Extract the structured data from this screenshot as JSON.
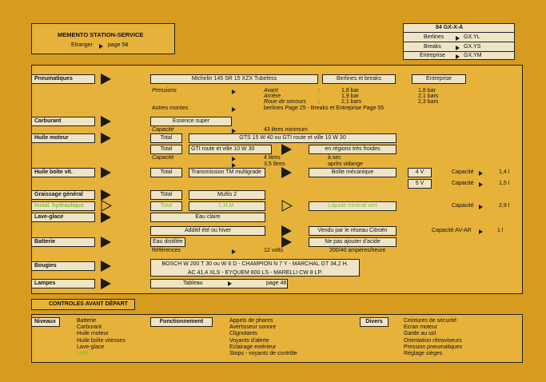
{
  "memento": {
    "title": "MEMENTO STATION-SERVICE",
    "etranger_label": "Etranger",
    "etranger_page": "page 58"
  },
  "model_box": {
    "title": "84 GX-X-A",
    "rows": [
      {
        "label": "Berlines",
        "value": "GX.YL"
      },
      {
        "label": "Breaks",
        "value": "GX.YS"
      },
      {
        "label": "Entreprise",
        "value": "GX.YM"
      }
    ]
  },
  "pneus": {
    "label": "Pneumatiques",
    "tyre": "Michelin 145 SR 15 XZX Tubeless",
    "berlines_breaks": "Berlines et breaks",
    "entreprise": "Entreprise",
    "pressions": "Pressions",
    "avant": "Avant",
    "arriere": "Arrière",
    "secours": "Roue de secours",
    "colon1": ":",
    "colon2": ":",
    "p_avant": "1,8 bar",
    "p_arriere": "1,9 bar",
    "p_secours": "2,1 bars",
    "e_avant": "1,8 bar",
    "e_arriere": "2,1 bars",
    "e_secours": "2,3 bars",
    "autres_montes": "Autres montes",
    "autres_ref": "berlines Page  25 - Breaks et Entreprise Page 55"
  },
  "carburant": {
    "label": "Carburant",
    "value": "Essence super",
    "capacite": "Capacité",
    "capacite_value": "43 litres minimum"
  },
  "huile_moteur": {
    "label": "Huile moteur",
    "total1": "Total",
    "oil1": "GTS 15 W 40    ou    GTI route et ville 10 W 30",
    "total2": "Total",
    "oil2": "GTI route et ville 10 W 30",
    "froid": "en régions très froides",
    "capacite": "Capacité",
    "cap1": "4   litres",
    "cap2": "3,5 litres",
    "sec": "à sec",
    "vidange": "après vidange"
  },
  "boite": {
    "label": "Huile boîte vit.",
    "total": "Total",
    "oil": "Transmission TM multigrade",
    "meca": "Boîte mécanique",
    "v4": "4 V",
    "v5": "5 V",
    "capacite1": "Capacité",
    "capacite2": "Capacité",
    "cap4": "1,4 l",
    "cap5": "1,5 l"
  },
  "graissage": {
    "label": "Graissage général",
    "total": "Total",
    "value": "Multis 2"
  },
  "hydraulique": {
    "label": "Instal. hydraulique",
    "total": "Total",
    "value": "L.H.M.",
    "liquide": "Liquide minéral vert",
    "capacite": "Capacité",
    "cap": "2,9 l"
  },
  "lave": {
    "label": "Lave-glace",
    "value": "Eau claire",
    "additif": "Additif été ou hiver",
    "vendu": "Vendu par le réseau Citroën",
    "capacite": "Capacité AV-AR",
    "cap": "1   l"
  },
  "batterie": {
    "label": "Batterie",
    "eau": "Eau distillée",
    "acide": "Ne pas ajouter d'acide",
    "references": "Références",
    "volts": "12 volts",
    "amperes": "200/40 ampères/heure"
  },
  "bougies": {
    "label": "Bougies",
    "line1": "BOSCH W 200 T 30 ou W 6 D - CHAMPION N 7 Y - MARCHAL GT 34,2 H.",
    "line2": "AC 41,4 XLS - EYQUEM 800 LS - MARELLI CW 8 LP."
  },
  "lampes": {
    "label": "Lampes",
    "tableau": "Tableau",
    "page": "page 48"
  },
  "controles": {
    "title": "CONTROLES AVANT DÉPART",
    "niveaux_label": "Niveaux",
    "niveaux": [
      "Batterie",
      "Carburant",
      "Huile moteur",
      "Huile boîte vitesses",
      "Lave-glace",
      "LHM"
    ],
    "fonctionnement_label": "Fonctionnement",
    "fonctionnement": [
      "Appels de phares",
      "Avertisseur sonore",
      "Clignotants",
      "Voyants d'alerte",
      "Eclairage extérieur",
      "Stops - voyants de contrôle"
    ],
    "divers_label": "Divers",
    "divers": [
      "Ceintures de sécurité",
      "Ecran moteur",
      "Garde au sol",
      "Orientation rétroviseurs",
      "Pression pneumatiques",
      "Réglage sièges"
    ]
  },
  "colors": {
    "background": "#d79c1e",
    "panel": "#e7b23a",
    "box": "#efe4c6",
    "green": "#7ebf2c"
  }
}
